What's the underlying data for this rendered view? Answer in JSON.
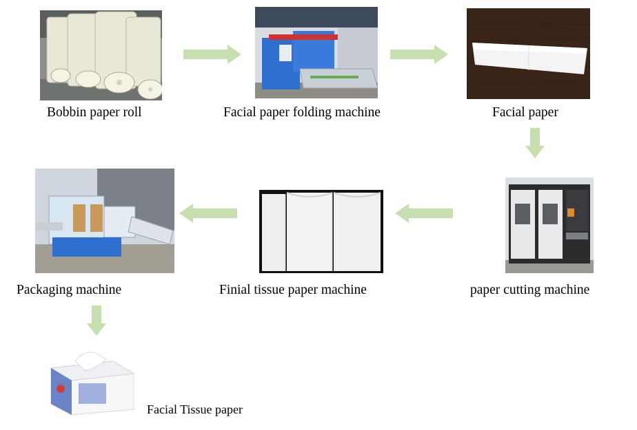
{
  "steps": [
    {
      "label": "Bobbin paper roll",
      "icon": "paper-roll-photo"
    },
    {
      "label": "Facial paper folding machine",
      "icon": "folding-machine-photo"
    },
    {
      "label": "Facial paper",
      "icon": "facial-paper-photo"
    },
    {
      "label": "paper cutting machine",
      "icon": "cutting-machine-photo"
    },
    {
      "label": "Finial tissue paper machine",
      "icon": "tissue-stack-photo"
    },
    {
      "label": "Packaging machine",
      "icon": "packaging-machine-photo"
    },
    {
      "label": "Facial Tissue paper",
      "icon": "tissue-pack-photo"
    }
  ],
  "colors": {
    "arrow": "#c6dfae",
    "machine_blue": "#2f6fd0",
    "wood_dark": "#3a2418"
  }
}
